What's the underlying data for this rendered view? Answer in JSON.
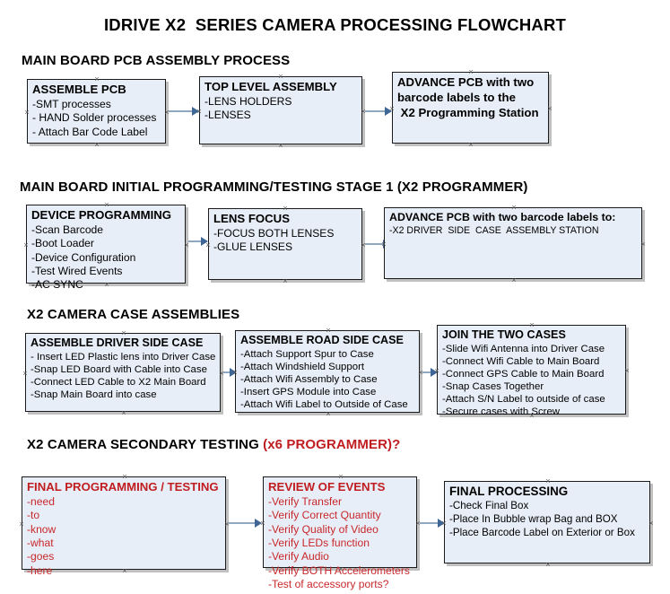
{
  "document": {
    "title": "IDRIVE X2  SERIES CAMERA PROCESSING FLOWCHART",
    "accent_red": "#c01d21",
    "box_fill": "#e8eef7",
    "connector_color": "#8fa7c0",
    "arrow_color": "#3f6694"
  },
  "sections": [
    {
      "heading": "MAIN BOARD PCB ASSEMBLY PROCESS",
      "heading_accent": "",
      "boxes": [
        {
          "title": "ASSEMBLE PCB",
          "lines": [
            "-SMT processes",
            "- HAND Solder processes",
            "- Attach Bar Code Label"
          ]
        },
        {
          "title": "TOP LEVEL ASSEMBLY",
          "lines": [
            "-LENS HOLDERS",
            "-LENSES"
          ]
        },
        {
          "title": "ADVANCE PCB with two",
          "lines": [
            "barcode labels to the",
            " X2 Programming Station"
          ]
        }
      ]
    },
    {
      "heading": "MAIN BOARD INITIAL PROGRAMMING/TESTING STAGE 1 (X2 PROGRAMMER)",
      "heading_accent": "",
      "boxes": [
        {
          "title": "DEVICE PROGRAMMING",
          "lines": [
            "-Scan Barcode",
            "-Boot Loader",
            "-Device Configuration",
            "-Test Wired Events",
            "-AC SYNC"
          ]
        },
        {
          "title": "LENS FOCUS",
          "lines": [
            "-FOCUS BOTH LENSES",
            "-GLUE LENSES"
          ]
        },
        {
          "title": "ADVANCE PCB with two barcode labels to:",
          "lines": [
            "-X2 DRIVER  SIDE  CASE  ASSEMBLY STATION"
          ]
        }
      ]
    },
    {
      "heading": "X2 CAMERA CASE ASSEMBLIES",
      "heading_accent": "",
      "boxes": [
        {
          "title": "ASSEMBLE DRIVER SIDE CASE",
          "lines": [
            "- Insert LED Plastic lens into Driver Case",
            "-Snap LED Board with Cable into Case",
            "-Connect LED Cable to X2 Main Board",
            "-Snap Main Board into case"
          ]
        },
        {
          "title": "ASSEMBLE ROAD SIDE CASE",
          "lines": [
            "-Attach Support Spur to Case",
            "-Attach Windshield Support",
            "-Attach Wifi Assembly to Case",
            "-Insert GPS Module into Case",
            "-Attach Wifi Label to Outside of Case"
          ]
        },
        {
          "title": "JOIN THE TWO CASES",
          "lines": [
            "-Slide Wifi Antenna into Driver Case",
            "-Connect Wifi Cable to Main Board",
            "-Connect GPS Cable to Main Board",
            "-Snap Cases Together",
            "-Attach S/N Label to outside of case",
            "-Secure cases with Screw"
          ]
        }
      ]
    },
    {
      "heading": "X2 CAMERA SECONDARY TESTING ",
      "heading_accent": "(x6 PROGRAMMER)?",
      "boxes": [
        {
          "title": "FINAL PROGRAMMING / TESTING",
          "lines": [
            "-need",
            "-to",
            "-know",
            "-what",
            "-goes",
            "-here"
          ]
        },
        {
          "title": "REVIEW OF EVENTS",
          "lines": [
            "-Verify Transfer",
            "-Verify Correct Quantity",
            "-Verify Quality of Video",
            "-Verify LEDs function",
            "-Verify Audio",
            "-Verify BOTH Accelerometers",
            "-Test of accessory ports?"
          ]
        },
        {
          "title": "FINAL PROCESSING",
          "lines": [
            "-Check Final Box",
            "-Place In Bubble wrap Bag and BOX",
            "-Place Barcode Label on Exterior or Box"
          ]
        }
      ]
    }
  ]
}
